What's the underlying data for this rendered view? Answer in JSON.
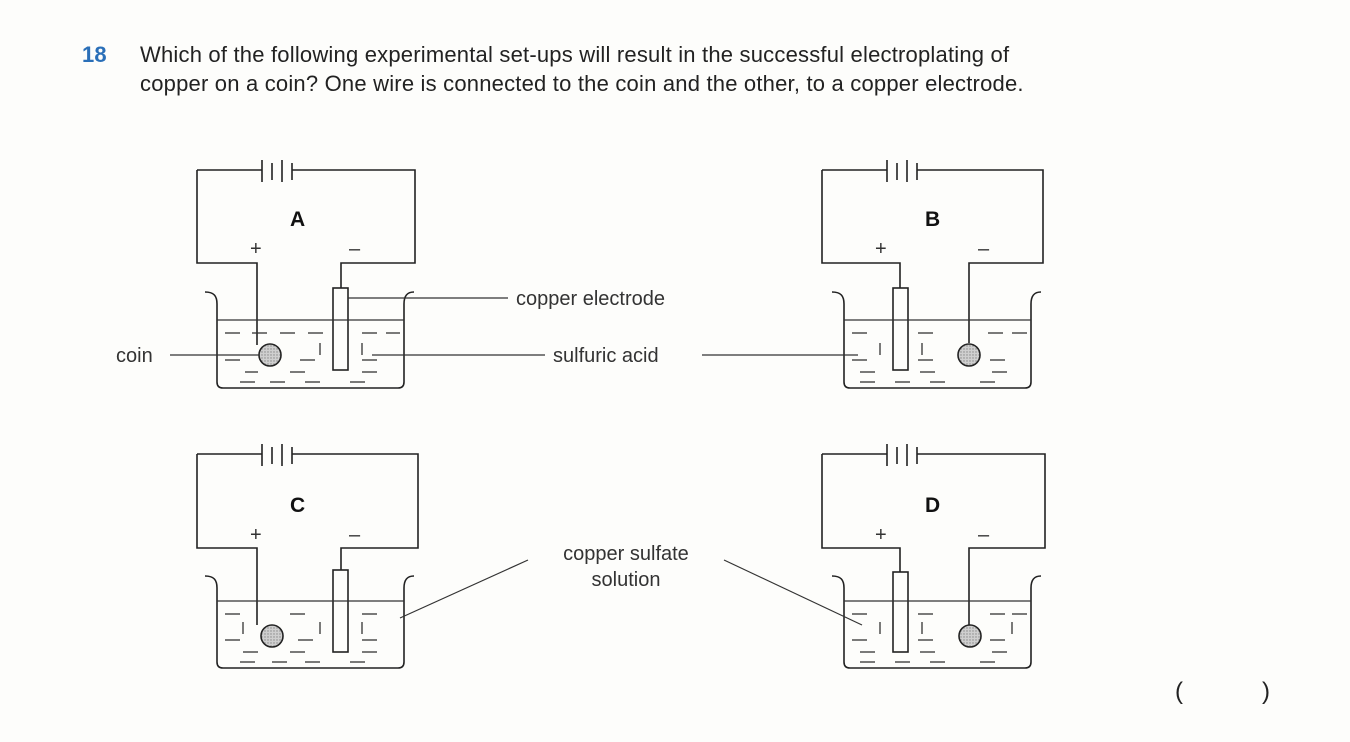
{
  "question": {
    "number": "18",
    "text_line1": "Which of the following experimental set-ups will result in the successful electroplating of",
    "text_line2": "copper on a coin? One wire is connected to the coin and the other, to a copper electrode."
  },
  "setups": [
    {
      "letter": "A",
      "positive_sign": "+",
      "negative_sign": "–"
    },
    {
      "letter": "B",
      "positive_sign": "+",
      "negative_sign": "–"
    },
    {
      "letter": "C",
      "positive_sign": "+",
      "negative_sign": "–"
    },
    {
      "letter": "D",
      "positive_sign": "+",
      "negative_sign": "–"
    }
  ],
  "labels": {
    "copper_electrode": "copper electrode",
    "coin": "coin",
    "sulfuric_acid": "sulfuric acid",
    "copper_sulfate_line1": "copper sulfate",
    "copper_sulfate_line2": "solution"
  },
  "answer": {
    "open": "(",
    "close": ")"
  }
}
